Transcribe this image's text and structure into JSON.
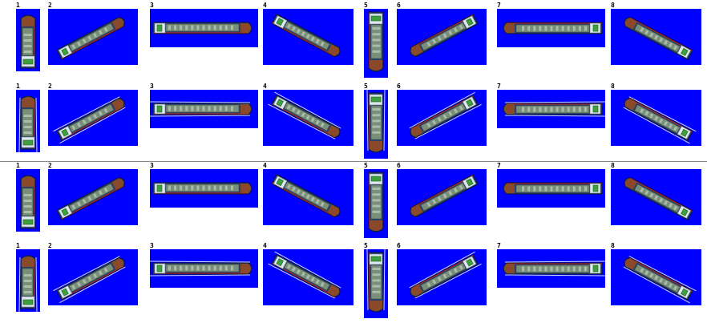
{
  "sheet": {
    "labels": [
      "1",
      "2",
      "3",
      "4",
      "5",
      "6",
      "7",
      "8"
    ],
    "background_color": "#0000ff",
    "divider_color": "#8a8a8a"
  },
  "ship": {
    "deck_color": "#7a8f7a",
    "hull_color": "#2b3f6b",
    "bow_color": "#8a4a2a",
    "bridge_color": "#dfe7ef",
    "funnel_color": "#3f9f3f",
    "waterline_color": "#c02020"
  },
  "sections": [
    {
      "rows": [
        {
          "variant": "plain"
        },
        {
          "variant": "wake"
        }
      ]
    },
    {
      "rows": [
        {
          "variant": "plain"
        },
        {
          "variant": "wake"
        }
      ]
    }
  ]
}
